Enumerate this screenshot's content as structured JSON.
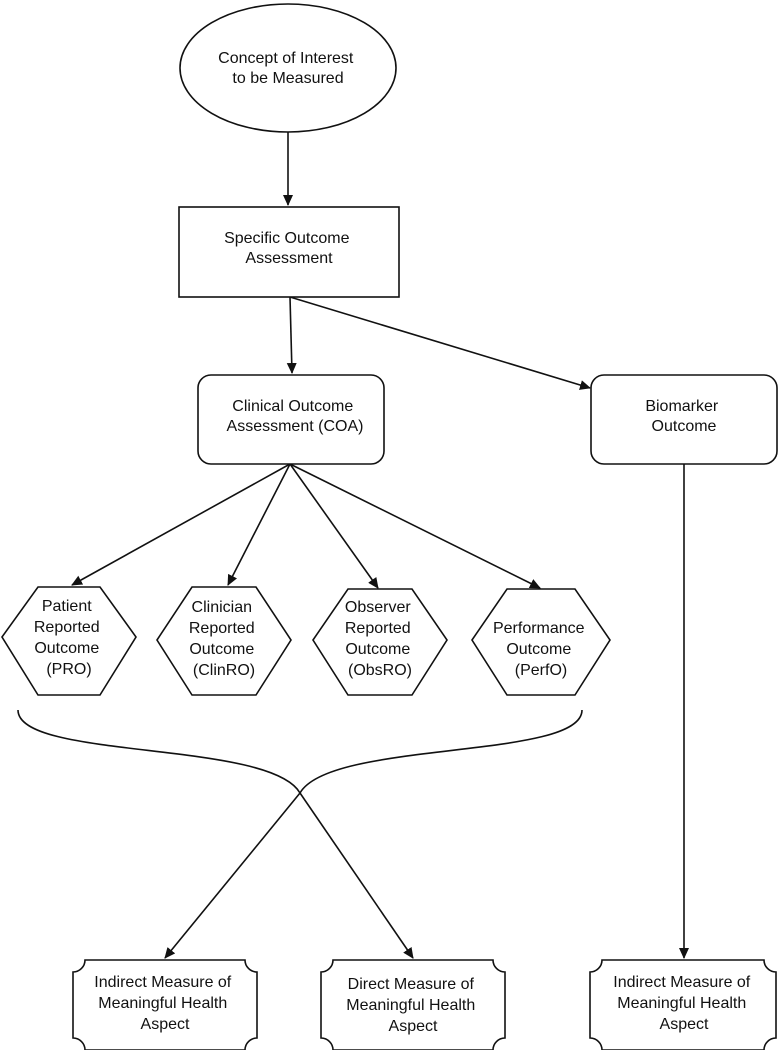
{
  "nodes": {
    "concept": {
      "lines": [
        "Concept of Interest",
        "to be Measured"
      ]
    },
    "specific": {
      "lines": [
        "Specific Outcome",
        "Assessment"
      ]
    },
    "coa": {
      "lines": [
        "Clinical Outcome",
        "Assessment (COA)"
      ]
    },
    "biomarker": {
      "lines": [
        "Biomarker",
        "Outcome"
      ]
    },
    "pro": {
      "lines": [
        "Patient",
        "Reported",
        "Outcome",
        "(PRO)"
      ]
    },
    "clinro": {
      "lines": [
        "Clinician",
        "Reported",
        "Outcome",
        "(ClinRO)"
      ]
    },
    "obsro": {
      "lines": [
        "Observer",
        "Reported",
        "Outcome",
        "(ObsRO)"
      ]
    },
    "perfo": {
      "lines": [
        "Performance",
        "Outcome",
        "(PerfO)"
      ]
    },
    "indirect_left": {
      "lines": [
        "Indirect Measure of",
        "Meaningful Health",
        "Aspect"
      ]
    },
    "direct": {
      "lines": [
        "Direct Measure of",
        "Meaningful Health",
        "Aspect"
      ]
    },
    "indirect_right": {
      "lines": [
        "Indirect Measure of",
        "Meaningful Health",
        "Aspect"
      ]
    }
  },
  "edges": [
    {
      "from": "concept",
      "to": "specific"
    },
    {
      "from": "specific",
      "to": "coa"
    },
    {
      "from": "specific",
      "to": "biomarker"
    },
    {
      "from": "coa",
      "to": "pro"
    },
    {
      "from": "coa",
      "to": "clinro"
    },
    {
      "from": "coa",
      "to": "obsro"
    },
    {
      "from": "coa",
      "to": "perfo"
    },
    {
      "from": "coa-group-brace",
      "to": "indirect_left"
    },
    {
      "from": "coa-group-brace",
      "to": "direct"
    },
    {
      "from": "biomarker",
      "to": "indirect_right"
    }
  ],
  "style": {
    "stroke_color": "#111111",
    "fill_color": "#ffffff",
    "text_color": "#111111"
  }
}
